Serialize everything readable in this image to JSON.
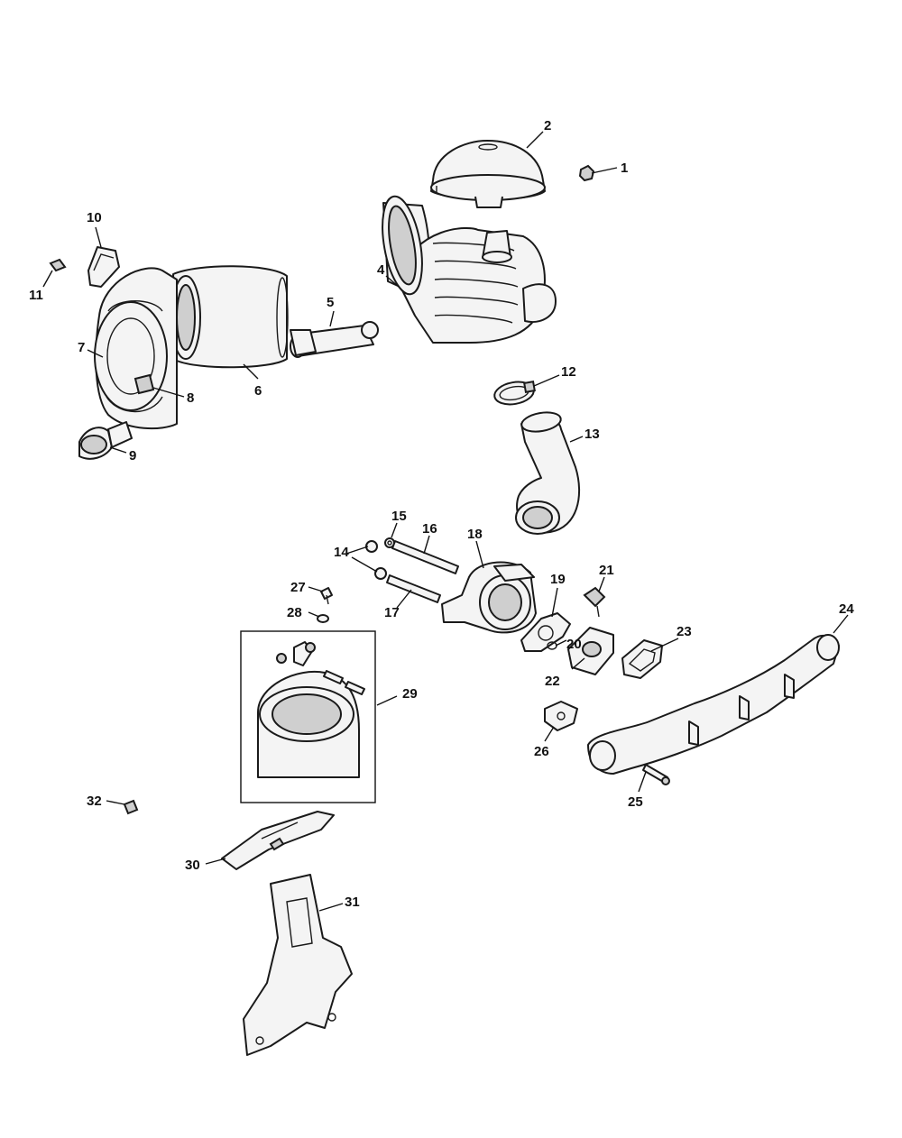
{
  "callouts": [
    {
      "id": "1",
      "label": "1"
    },
    {
      "id": "2",
      "label": "2"
    },
    {
      "id": "4",
      "label": "4"
    },
    {
      "id": "5",
      "label": "5"
    },
    {
      "id": "6",
      "label": "6"
    },
    {
      "id": "7",
      "label": "7"
    },
    {
      "id": "8",
      "label": "8"
    },
    {
      "id": "9",
      "label": "9"
    },
    {
      "id": "10",
      "label": "10"
    },
    {
      "id": "11",
      "label": "11"
    },
    {
      "id": "12",
      "label": "12"
    },
    {
      "id": "13",
      "label": "13"
    },
    {
      "id": "14",
      "label": "14"
    },
    {
      "id": "15",
      "label": "15"
    },
    {
      "id": "16",
      "label": "16"
    },
    {
      "id": "17",
      "label": "17"
    },
    {
      "id": "18",
      "label": "18"
    },
    {
      "id": "19",
      "label": "19"
    },
    {
      "id": "20",
      "label": "20"
    },
    {
      "id": "21",
      "label": "21"
    },
    {
      "id": "22",
      "label": "22"
    },
    {
      "id": "23",
      "label": "23"
    },
    {
      "id": "24",
      "label": "24"
    },
    {
      "id": "25",
      "label": "25"
    },
    {
      "id": "26",
      "label": "26"
    },
    {
      "id": "27",
      "label": "27"
    },
    {
      "id": "28",
      "label": "28"
    },
    {
      "id": "29",
      "label": "29"
    },
    {
      "id": "30",
      "label": "30"
    },
    {
      "id": "31",
      "label": "31"
    },
    {
      "id": "32",
      "label": "32"
    }
  ]
}
